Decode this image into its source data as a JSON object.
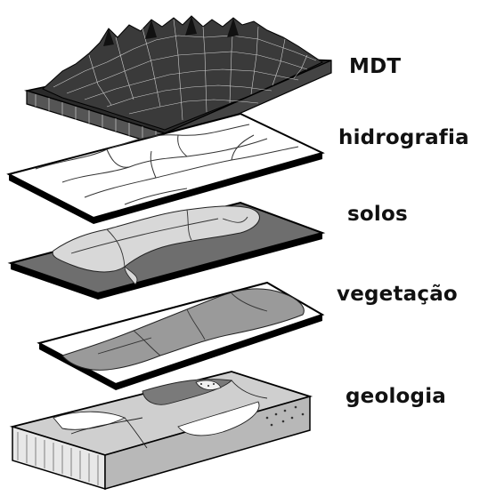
{
  "layers": [
    {
      "id": "mdt",
      "label": "MDT"
    },
    {
      "id": "hidrografia",
      "label": "hidrografia"
    },
    {
      "id": "solos",
      "label": "solos"
    },
    {
      "id": "vegetacao",
      "label": "vegetação"
    },
    {
      "id": "geologia",
      "label": "geologia"
    }
  ],
  "colors": {
    "ink": "#111111",
    "sheet_white": "#ffffff",
    "soil_dark": "#6e6e6e",
    "soil_light": "#d8d8d8",
    "vegetation": "#9a9a9a",
    "geology_light": "#cfcfcf",
    "geology_dark": "#7a7a7a",
    "terrain": "#3a3a3a"
  }
}
